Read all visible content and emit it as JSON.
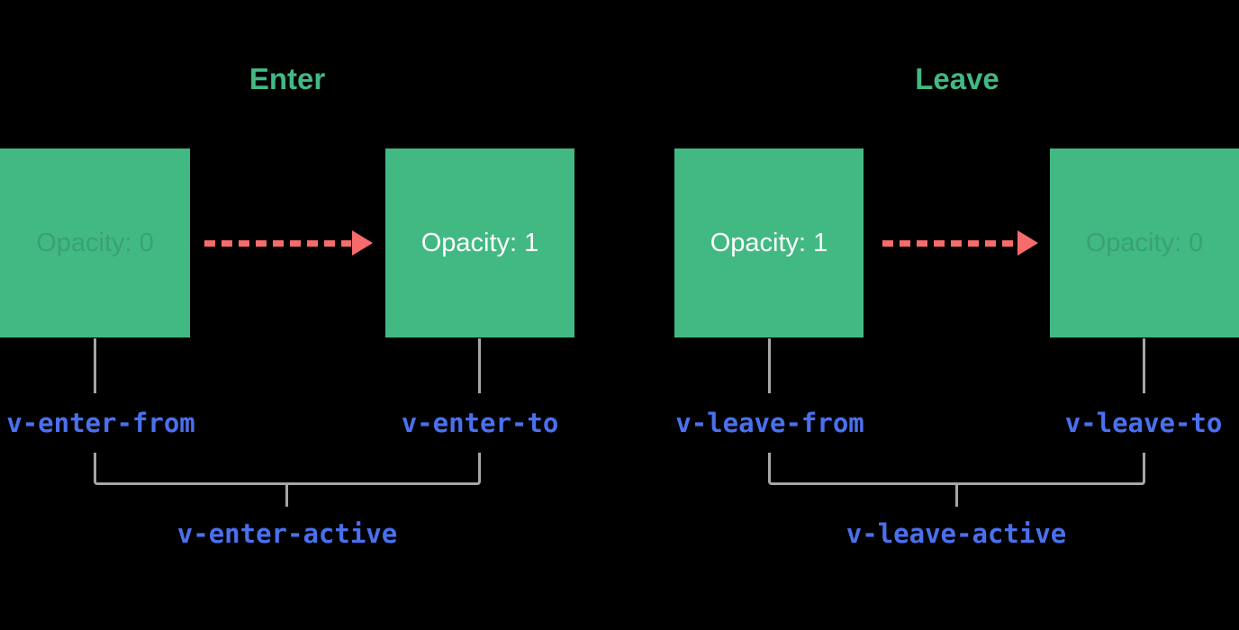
{
  "diagram_title": "Vue transition classes diagram",
  "colors": {
    "background": "#000000",
    "green": "#42b983",
    "arrow_red": "#f66b6b",
    "label_blue": "#4a70ee",
    "line_gray": "#a6a6a6",
    "box_text_solid": "#ffffff",
    "box_text_faded": "rgba(0,0,0,0.13)"
  },
  "icons": {
    "enter_arrow": "dashed-arrow-right-icon",
    "leave_arrow": "dashed-arrow-right-icon"
  },
  "enter": {
    "heading": "Enter",
    "from_box_label": "Opacity: 0",
    "to_box_label": "Opacity: 1",
    "from_class": "v-enter-from",
    "to_class": "v-enter-to",
    "active_class": "v-enter-active"
  },
  "leave": {
    "heading": "Leave",
    "from_box_label": "Opacity: 1",
    "to_box_label": "Opacity: 0",
    "from_class": "v-leave-from",
    "to_class": "v-leave-to",
    "active_class": "v-leave-active"
  }
}
